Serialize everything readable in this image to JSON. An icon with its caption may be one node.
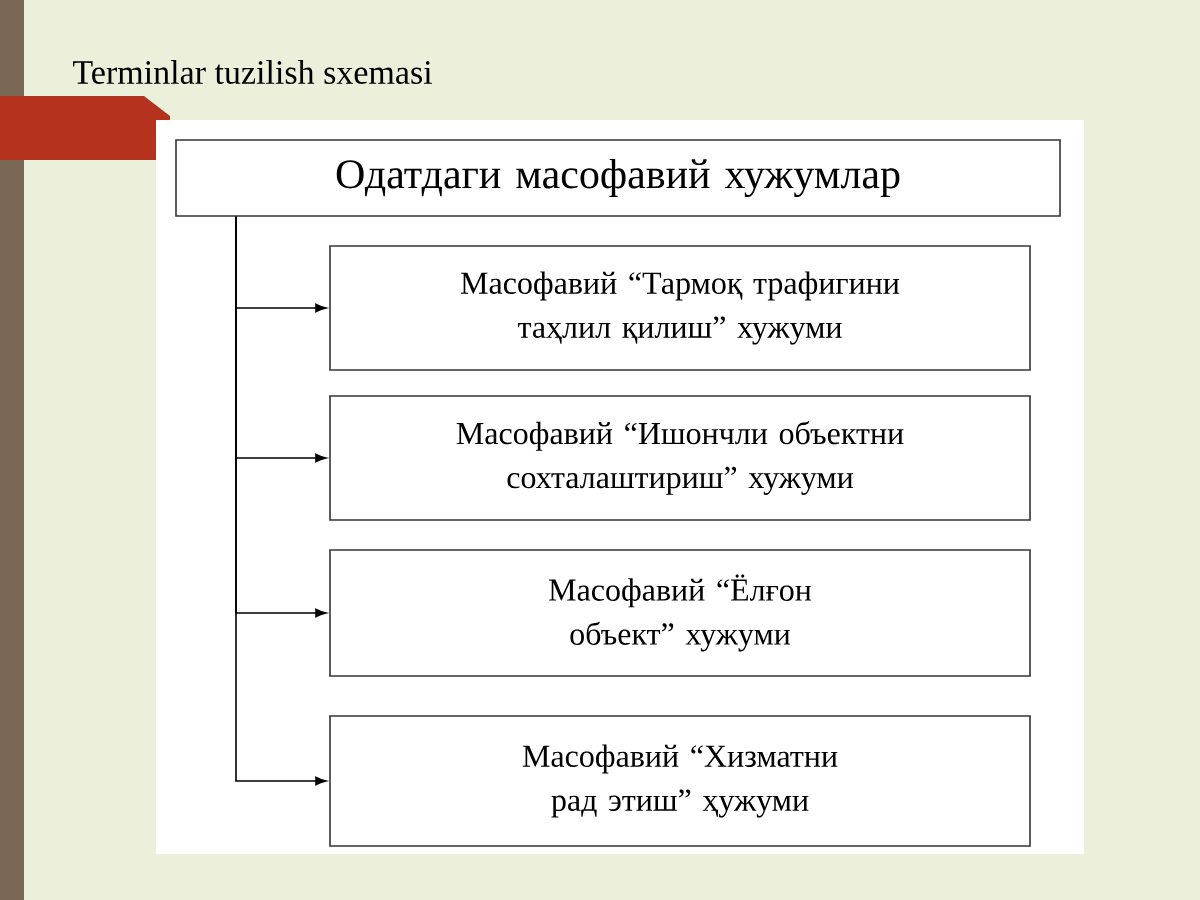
{
  "diagram": {
    "title": "Terminlar tuzilish sxemasi",
    "nodes": [
      {
        "text": [
          "Одатдаги масофавий хужумлар"
        ]
      },
      {
        "text": [
          "Масофавий “Тармоқ трафигини таҳлил қилиш” хужуми"
        ]
      },
      {
        "text": [
          "Масофавий “Ишончли объектни сохталаштириш” хужуми"
        ]
      },
      {
        "text": [
          "Масофавий “Ёлғон объект” хужуми"
        ]
      },
      {
        "text": [
          "Масофавий “Хизматни рад этиш” ҳужуми"
        ]
      }
    ],
    "edges": [
      {
        "from": 0,
        "to": 1,
        "arrow": "to"
      },
      {
        "from": 0,
        "to": 2,
        "arrow": "to"
      },
      {
        "from": 0,
        "to": 3,
        "arrow": "to"
      },
      {
        "from": 0,
        "to": 4,
        "arrow": "to"
      }
    ]
  }
}
